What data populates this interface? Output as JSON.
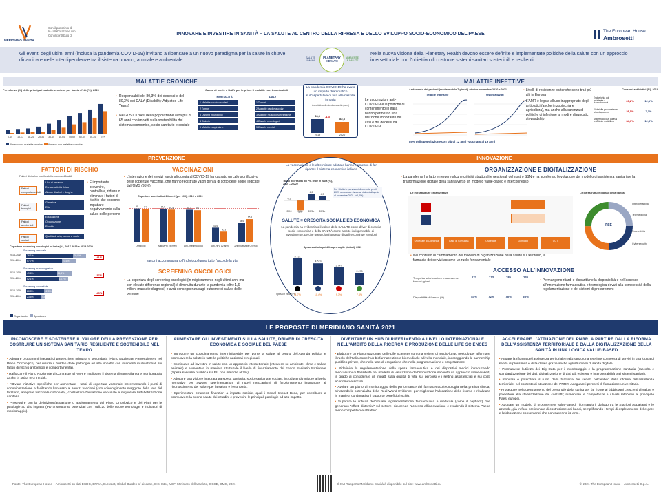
{
  "header": {
    "brand_left": "MERIDIANO SANITÀ",
    "partner_lines": [
      "Con il patrocinio di",
      "In collaborazione con",
      "Con il contributo di"
    ],
    "title": "INNOVARE E INVESTIRE IN SANITÀ – LA SALUTE AL CENTRO DELLA RIPRESA E DELLO SVILUPPO SOCIO-ECONOMICO DEL PAESE",
    "brand_right_1": "The European House",
    "brand_right_2": "Ambrosetti"
  },
  "intro": {
    "left": "Gli eventi degli ultimi anni (inclusa la pandemia COVID-19) invitano a ripensare a un nuovo paradigma per la salute in chiave dinamica e nelle interdipendenze tra il sistema umano, animale e ambientale",
    "center": "PLANETARY HEALTH",
    "center_left": "SALUTE UMANA",
    "center_right": "AMBIENTE & SALUTE",
    "right": "Nella nuova visione della Planetary Health devono essere definite e implementate politiche della salute con un approccio intersettoriale con l'obiettivo di costruire sistemi sanitari sostenibili e resilienti"
  },
  "sections": {
    "chronic": "MALATTIE CRONICHE",
    "infective": "MALATTIE INFETTIVE",
    "prevention": "PREVENZIONE",
    "innovation": "INNOVAZIONE",
    "proposals": "LE PROPOSTE DI MERIDIANO SANITÀ 2021"
  },
  "chronic": {
    "chart_title": "Prevalenza (%) delle principali malattie croniche per fascia d'età (%), 2020",
    "chart_legend": [
      "Almeno una malattia cronica",
      "Almeno due malattie croniche"
    ],
    "bullet1": "Responsabili del 80,3% dei decessi e del 80,3% dei DALY (Disability-Adjusted Life Years)",
    "bullet2": "Nel 2050, il 34% della popolazione avrà più di 65 anni con impatti sulla sostenibilità del sistema economico, socio-sanitario e sociale",
    "table_title": "Cause di morte e DALY per le prime 5 malattie non trasmissibili",
    "table_cols": [
      "MORTALITÀ",
      "DALY"
    ],
    "table_rows": [
      [
        "Malattie cardiovascolari",
        "Tumori"
      ],
      [
        "Tumori",
        "Malattie cardiovascolari"
      ],
      [
        "Disturbi neurologici",
        "Malattie muscolo-scheletriche"
      ],
      [
        "Diabete",
        "Disturbi neurologici"
      ],
      [
        "Malattie respiratorie",
        "Disturbi mentali"
      ]
    ]
  },
  "covid_box": {
    "title": "La pandemia COVID-19 ha avuto un impatto drammatico sull'aspettativa di vita alla nascita in Italia",
    "subtitle": "Aspettativa di vita alla nascita (anni)",
    "values": [
      "83,6",
      "82,3"
    ],
    "years": [
      "2019",
      "2020"
    ],
    "delta": "-1,3"
  },
  "infective": {
    "intro": "Le vaccinazioni anti-COVID-19 e le politiche di contenimento in Italia hanno permesso una riduzione importante dei casi e dei decessi da COVID-19",
    "chart_title": "Andamento dei pazienti (media mobile 7 giorni), ottobre-novembre 2020 e 2021",
    "panels": [
      "Terapie intensive",
      "Ospedalizzati"
    ],
    "note": "85% della popolazione con più di 12 anni vaccinato ai 19 anni",
    "right_bullets": [
      "Livelli di resistenze batteriche sono tra i più alti in Europa",
      "L'AMR è legata all'uso inappropriato degli antibiotici (anche in zootecnia e agricoltura), ma anche alla carenza di politiche di infezione ai modi e diagnostic stewardship"
    ],
    "amr_title": "Consumi antibiotici (%), 2018",
    "amr_rows": [
      {
        "label": "Escherichia coli resistente a fluorochinoloni",
        "it": "26,2%",
        "eu": "12,1%"
      },
      {
        "label": "Klebsiella pn. resistente ai carbapenemi",
        "it": "28,5%",
        "eu": "7,1%"
      },
      {
        "label": "Staphylococcus aureus resistente meticillina",
        "it": "34,3%",
        "eu": "12,5%"
      }
    ]
  },
  "prevention": {
    "risk_title": "FATTORI DI RISCHIO",
    "risk_sub": "Fattori di rischio modificabili e non modificabili",
    "risk_groups": [
      "Fattori comportamentali",
      "Fattori biologici",
      "Fattori ambientali",
      "Fattori sociali"
    ],
    "risk_items": [
      "Uso di tabacco",
      "Dieta e attività fisica",
      "Abuso di alcol e droghe",
      "Genetica",
      "Età",
      "Educazione",
      "Occupazione",
      "Reddito",
      "Qualità di aria, acqua e suolo"
    ],
    "risk_text": "È importante prevenire, controllare, ridurre o eliminare i fattori di rischio che possono impattare negativamente sulla salute delle persone",
    "screen_title": "Copertura screening oncologici in Italia (%), 2017-2019 e 2019-2020",
    "screen_groups": [
      {
        "name": "Screening cervicale",
        "rows": [
          [
            "2016-2019",
            "76,1%",
            "20,8%"
          ],
          [
            "2011-2014",
            "57,7%",
            "23,6%"
          ]
        ],
        "delta": "-41%"
      },
      {
        "name": "Screening mammografico",
        "rows": [
          [
            "2016-2019",
            "49,6%",
            "24,5%"
          ],
          [
            "2011-2014",
            "52,1%",
            "15,7%"
          ]
        ],
        "delta": "-37%"
      },
      {
        "name": "Screening colorettale",
        "rows": [
          [
            "2016-2019",
            "28,8%",
            "12,8%"
          ],
          [
            "2011-2014",
            "23,6%",
            "7,3%"
          ]
        ],
        "delta": "-45%"
      }
    ],
    "screen_legend": [
      "Organizzato",
      "Spontaneo"
    ],
    "vacc_title": "VACCINAZIONI",
    "vacc_intro": "L'interruzione dei servizi vaccinali dovuta al COVID-19 ha causato un calo significativo delle coperture vaccinali, che hanno registrato valori ben al di sotto delle soglie indicate dall'OMS (95%)",
    "vacc_chart_title": "Coperture vaccinali ai 24 mesi (per 100), 2019 e 2020",
    "vacc_cats": [
      "Antipolio",
      "Anti-MPR 24 mesi",
      "Anti-pneumococco",
      "Anti-HPV 12 anni",
      "Antinfluenzale Over65"
    ],
    "vacc_note": "I vaccini accompagnano l'individuo lungo tutto l'arco della vita",
    "onco_title": "SCREENING ONCOLOGICI",
    "onco_text": "La copertura degli screening oncologici (in miglioramento negli ultimi anni ma con elevate differenze regionali) è diminuita durante la pandemia (oltre 1,6 milioni mancate diagnosi) e avrà conseguenza sugli outcome di salute delle persone"
  },
  "center": {
    "top": "La vaccinazione e le altre misure adottate hanno permesso di far ripartire il sistema economico italiano",
    "chart_title": "Tasso di crescita del PIL reale in Italia (%), 2019 – 2022e",
    "callout": "Per l'Italia le previsioni di crescita per il 2021 sono state riviste al rialzo dall'aprile al novembre 2021 (+6,2%)",
    "slogan": "SALUTE = CRESCITA SOCIALE ED ECONOMICA",
    "slogan_text": "La pandemia ha evidenziato il valore della SALUTE come driver di crescita socio-economica e della SANITÀ come ambito indispensabile di investimento, perché quest'ultimi oggetto di tagli e continue revisioni",
    "spend_title": "Spesa sanitaria pubblica pro capite (dollari), 2019",
    "spend_labels": [
      "5.731",
      "4.619",
      "3.747",
      "2.473"
    ],
    "spend_pct": [
      "11,7%",
      "10,4%",
      "9,3%",
      "7,3%"
    ],
    "spend_axis": "Spesa in % del PIL",
    "pil_labels": [
      "0,3%",
      "-8,9%",
      "6,2%",
      "4,3%"
    ]
  },
  "innovation": {
    "org_title": "ORGANIZZAZIONE E DIGITALIZZAZIONE",
    "org_text": "La pandemia ha fatto emergere alcune criticità strutturali e gestionali del nostro SSN e ha accelerato l'evoluzione del modello di assistenza sanitaria e la trasformazione digitale della sanità verso un modello value-based e interconnesso",
    "org_chart_title": "Le infrastrutture organizzative",
    "flow_boxes": [
      "Ospedale di Comunità",
      "Case di Comunità",
      "Ospedale",
      "Domicilio",
      "COT"
    ],
    "digital_title": "Le infrastrutture digitali della Sanità",
    "digital_center": "FSE",
    "digital_labels": [
      "Interoperabilità",
      "Telemedicina",
      "Connettività",
      "Cybersecurity"
    ],
    "org_bullet": "Nel contesto di cambiamento del modello di organizzazione della salute sul territorio, la farmacia dei servizi assume un ruolo fondamentale",
    "access_title": "ACCESSO ALL'INNOVAZIONE",
    "access_row1_label": "Tempo tra autorizzazione e accesso dei farmaci (giorni)",
    "access_row1_vals": [
      "127",
      "133",
      "185",
      "120"
    ],
    "access_row2_label": "Disponibilità di farmaci (%)",
    "access_row2_vals": [
      "84%",
      "72%",
      "75%",
      "65%"
    ],
    "access_text": "Permangono ritardi e disparità nella disponibilità e nell'accesso all'innovazione farmaceutica e tecnologica dovuti alla complessità della regolamentazione e dei sistemi di procurement"
  },
  "proposals": [
    {
      "title": "RICONOSCERE E SOSTENERE IL VALORE DELLA PREVENZIONE PER COSTRUIRE UN SISTEMA SANITARIO RESILIENTE E SOSTENIBILE NEL TEMPO",
      "items": [
        "Adottare programmi integrati di prevenzione primaria e secondaria (Piano Nazionale Prevenzione e nel Piano Oncologico) per ridurre il burden delle patologie ad alto impatto con interventi multisettoriali sui fattori di rischio ambientali e comportamentali.",
        "Rafforzare il Piano Nazionale di Contrasto all'AMR e migliorare il sistema di sorveglianza e monitoraggio anche in ottica One Health.",
        "Attivare iniziative specifiche per aumentare i tassi di copertura vaccinale incrementando i punti di somministrazione e facilitando l'accesso ai servizi vaccinali (con coinvolgimento maggiore della rete del territorio, anagrafe vaccinale nazionale), contrastare l'esitazione vaccinale e migliorare l'alfabetizzazione sanitaria.",
        "Proseguire con la definizione/attuazione o aggiornamento del Piano Oncologico e dei Piani per le patologie ad alto impatto (PDTA strutturati potenziati con l'utilizzo delle nuove tecnologie e indicatori di monitoraggio)."
      ]
    },
    {
      "title": "AUMENTARE GLI INVESTIMENTI SULLA SALUTE, DRIVER DI CRESCITA ECONOMICA E SOCIALE DEL PAESE",
      "items": [
        "Introdurre un coordinamento interministeriale per porre la salute al centro dell'Agenda politica e promuovere la salute in tutte le politiche nazionali e regionali.",
        "Continuare ad investire in salute con un approccio intersettoriale (interventi su ambiente, clima e salute animale) e aumentare in maniera strutturale il livello di finanziamento del Fondo Sanitario Nazionale (Spesa sanitaria pubblica sul PIL non inferiore al 7%).",
        "Adottare una visione integrata tra spesa sanitaria, socio-sanitaria e sociale, introducendo misure a livello normativo per avviare sperimentazioni di nuovi meccanismi di funzionamento improntate al riconoscimento del valore per la salute e l'economia.",
        "Sperimentare strumenti finanziari a impatto sociale, quali i Social Impact Bond, per contribuire a promuovere la buona salute dei cittadini e prevenire le principali patologie ad alto impatto."
      ]
    },
    {
      "title": "DIVENTARE UN HUB DI RIFERIMENTO A LIVELLO INTERNAZIONALE NELL'AMBITO DELLA RICERCA E PRODUZIONE DELLE LIFE SCIENCES",
      "items": [
        "Elaborare un Piano Nazionale delle Life Sciences con una visione di medio-lungo periodo per affermare il ruolo dell'Italia come hub biofarmaceutico e biomedicale a livello mondiale, incoraggiando le partnership pubblico-private, che nella fase di erogazione che nella programmazione e progettazione.",
        "Ridefinire la regolamentazione della spesa farmaceutica e dei dispositivi medici introducendo meccanismi di flessibilità nel modello di valutazione dell'innovazione secondo un approccio value-based, in grado di considerare gli impatti sulla qualità di vita, sui percorsi e i setting assistenziali e sui costi economici e sociali.",
        "Avviare un piano di monitoraggio della performance del farmaceutico/tecnologia nella pratica clinica, sfruttando le potenzialità della Real World Evidence, per migliorare l'allocazione delle risorse e rivalutare in maniera continuativa il rapporto beneficio/rischio.",
        "Superare le criticità dell'attuale regolamentazione farmaceutica e medicale (come il payback) che generano \"effetti distorsivi\" sul settore, riducendo l'accesso all'innovazione e rendendo il sistema-Paese meno competitivo e attrattivo."
      ]
    },
    {
      "title": "ACCELERARE L'ATTUAZIONE DEL PNRR, A PARTIRE DALLA RIFORMA DELL'ASSISTENZA TERRITORIALE E DALLA DIGITALIZZAZIONE DELLA SANITÀ IN UNA LOGICA VALUE-BASED",
      "items": [
        "Attuare la riforma dell'assistenza territoriale realizzando una rete interconnessa di servizi in una logica di sanità di prossimità e data-driven grazie anche agli strumenti di sanità digitale.",
        "Promuovere l'utilizzo dei Big Data per il monitoraggio e la programmazione sanitaria (raccolta e standardizzazione dei dati, digitalizzazione di dati già esistenti e interoperabilità tra i sistemi sanitari).",
        "Innovare e potenziare il ruolo della farmacia dei servizi nell'ambito della riforma dell'assistenza territoriale, nel contesto di attuazione del PNRR. Adeguare i percorsi di formazione universitaria.",
        "Proseguire nel potenziamento del personale della sanità per far fronte ai fabbisogni crescenti di salute e procedere alla stabilizzazione dei contratti; aumentare le competenze e i livelli retributivi al principale Paesi europei.",
        "Adottare un modello di procurement value-based, riformando il dialogo tra le Stazioni Appaltanti e le aziende, già in fase preliminare di costruzione dei bandi, semplificando i tempi di espletamento delle gare e l'elaborazione consentanei che non superino i 2 anni."
      ]
    }
  ],
  "footer": {
    "sources": "Fonte: The European House – Ambrosetti su dati ECDC, EFPIA, Eurostat, Global Burden of disease, IHS, Istat, MEF, Ministero della Salute, OCSE, OMS, 2021",
    "report": "Il XVI Rapporto Meridiano Sanità è disponibile sul sito: www.ambrosetti.eu",
    "copyright": "© 2021 The European House – Ambrosetti S.p.A."
  },
  "chart_data": [
    {
      "type": "bar",
      "title": "Prevalenza (%) delle principali malattie croniche per fascia d'età (%), 2020",
      "categories": [
        "0-14",
        "15-17",
        "18-24",
        "25-34",
        "35-44",
        "45-54",
        "55-59",
        "60-64",
        "65-74",
        "75+"
      ],
      "series": [
        {
          "name": "Almeno una malattia cronica",
          "values": [
            10.5,
            13.5,
            15.1,
            20.2,
            28.8,
            39.9,
            51.6,
            59.8,
            70.1,
            86.1
          ]
        },
        {
          "name": "Almeno due malattie croniche",
          "values": [
            2.0,
            3.3,
            4.1,
            5.9,
            10.2,
            17.3,
            26.8,
            33.2,
            46.1,
            65.2
          ]
        }
      ]
    },
    {
      "type": "bar",
      "title": "Coperture vaccinali ai 24 mesi (per 100), 2019 e 2020",
      "categories": [
        "Antipolio",
        "Anti-MPR 24 mesi",
        "Anti-pneumococco",
        "Anti-HPV 12 anni",
        "Antinfluenzale Over65"
      ],
      "series": [
        {
          "name": "2019",
          "values": [
            95.0,
            94.5,
            91.5,
            41.6,
            54.6
          ]
        },
        {
          "name": "2020",
          "values": [
            94.0,
            91.8,
            90.0,
            30.3,
            65.3
          ]
        }
      ],
      "ylim": [
        0,
        100
      ]
    },
    {
      "type": "bar",
      "title": "Tasso di crescita del PIL reale in Italia (%), 2019 – 2022e",
      "categories": [
        "2019",
        "2020",
        "2021e",
        "2022e"
      ],
      "values": [
        0.3,
        -8.9,
        6.2,
        4.3
      ]
    },
    {
      "type": "bar",
      "title": "Spesa sanitaria pubblica pro capite (dollari), 2019",
      "categories": [
        "DE",
        "FR",
        "UK",
        "IT"
      ],
      "values": [
        5731,
        4619,
        3747,
        2473
      ]
    }
  ]
}
